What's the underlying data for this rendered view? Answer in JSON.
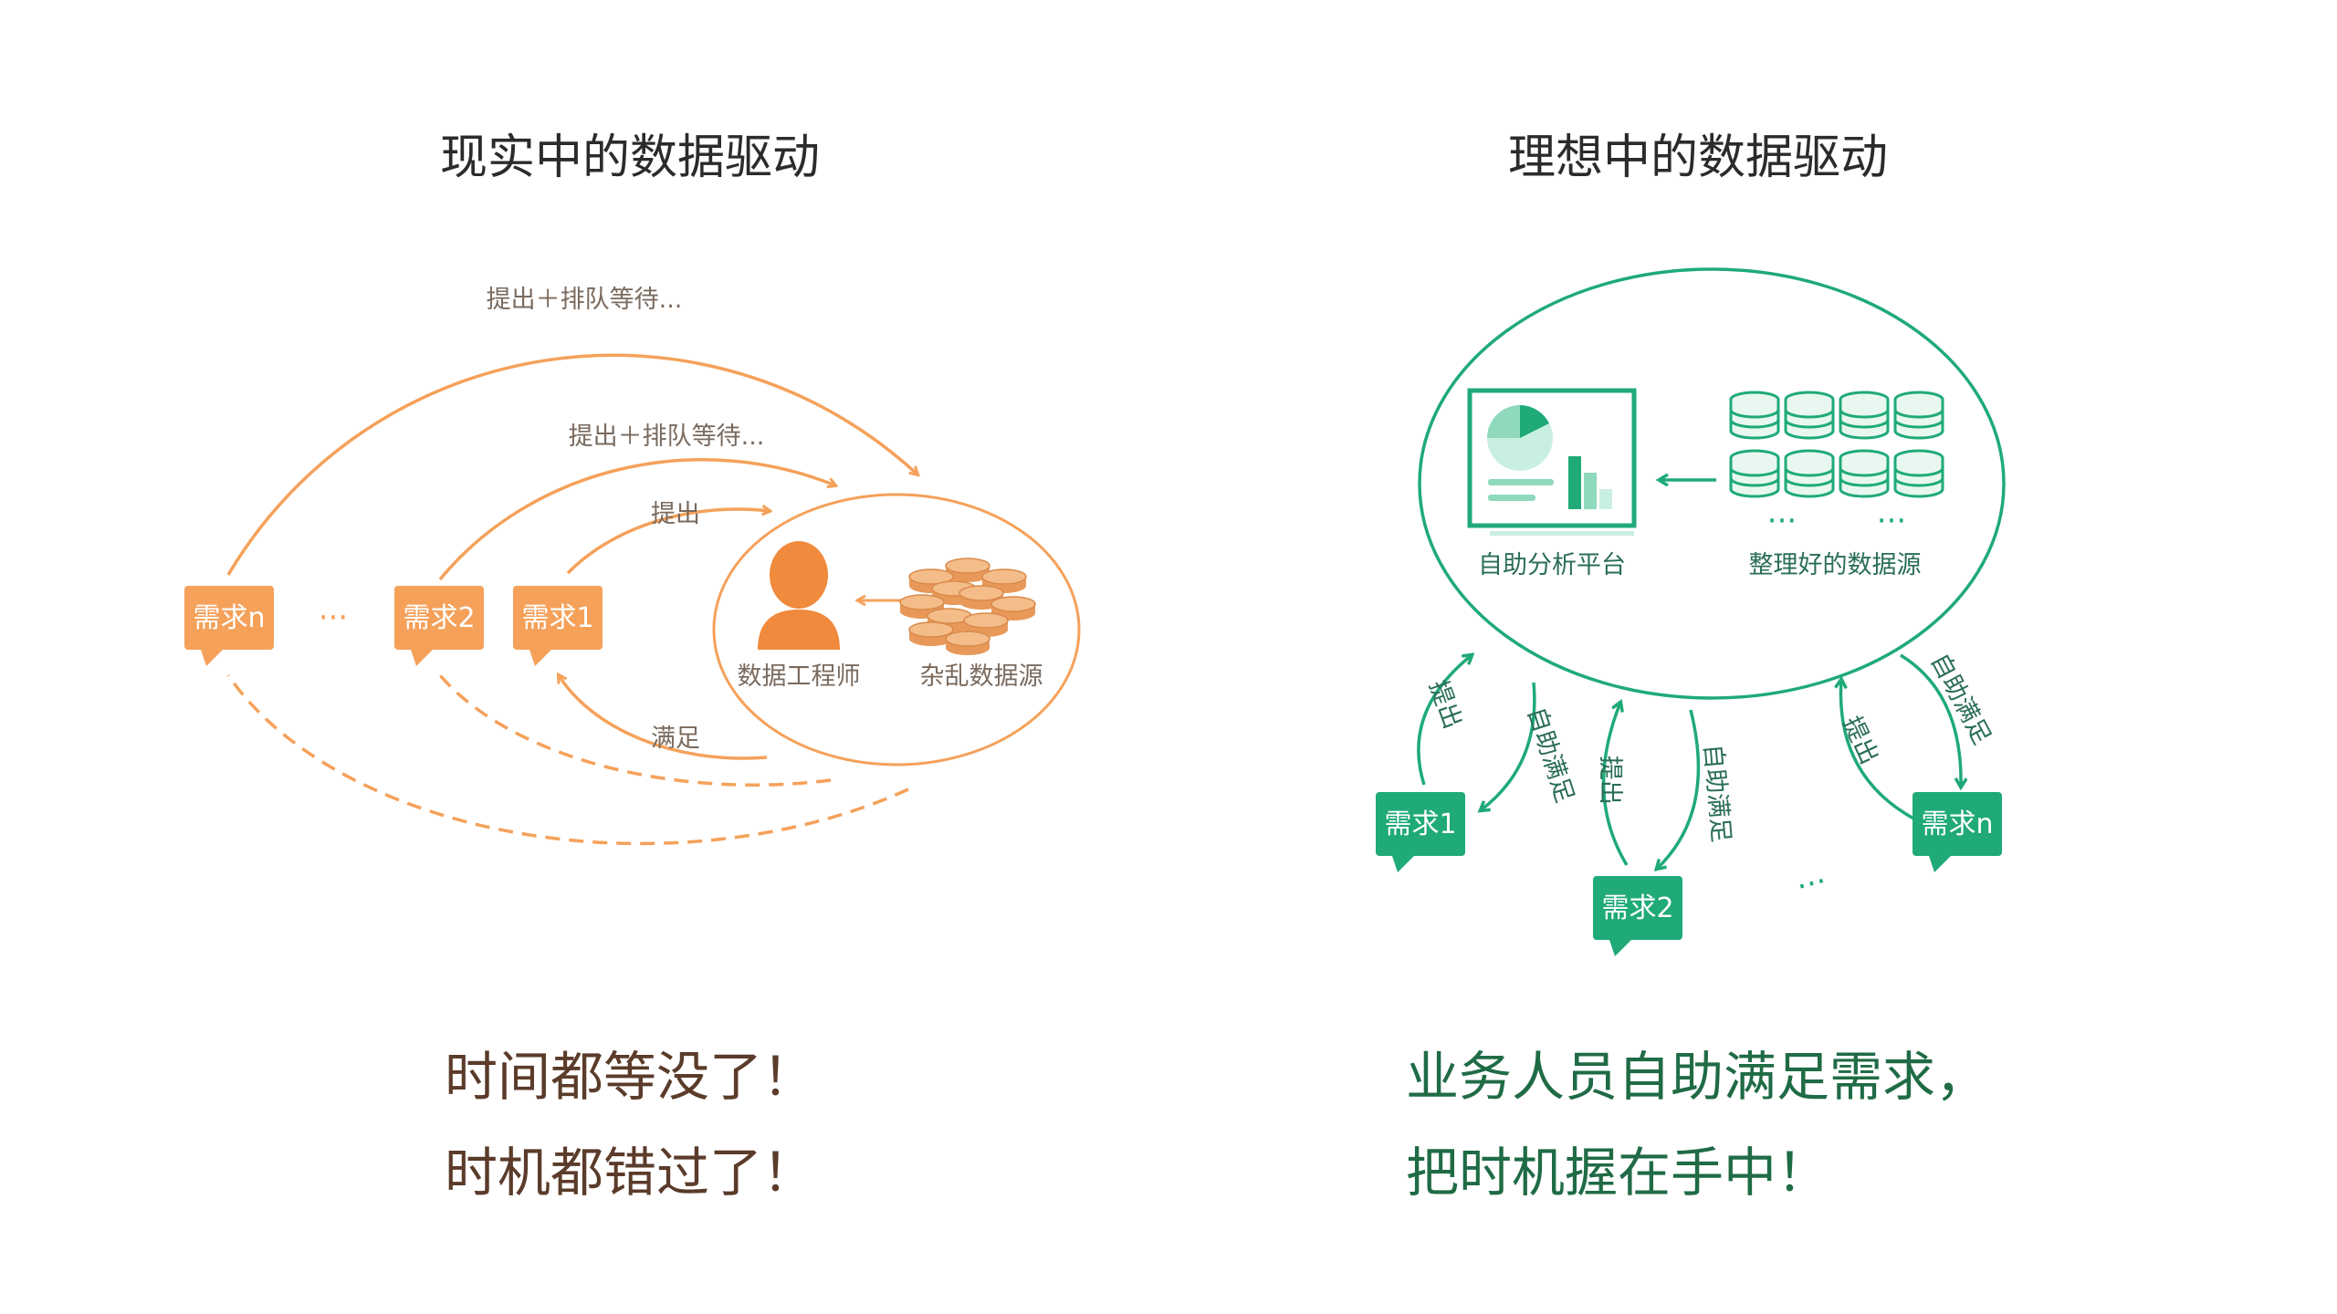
{
  "left": {
    "title": "现实中的数据驱动",
    "arc_labels": {
      "outer": "提出＋排队等待...",
      "middle": "提出＋排队等待...",
      "inner": "提出",
      "inner_return": "满足"
    },
    "bubbles": [
      "需求n",
      "需求2",
      "需求1"
    ],
    "ellipsis": "···",
    "engineer_label": "数据工程师",
    "source_label": "杂乱数据源",
    "caption_line1": "时间都等没了！",
    "caption_line2": "时机都错过了！"
  },
  "right": {
    "title": "理想中的数据驱动",
    "platform_label": "自助分析平台",
    "sources_label": "整理好的数据源",
    "sources_dots": "···",
    "bubbles": [
      "需求1",
      "需求2",
      "需求n"
    ],
    "bubbles_ellipsis": "···",
    "arrow_labels": {
      "b1_up": "提出",
      "b1_down": "自助满足",
      "b2_up": "提出",
      "b2_down": "自助满足",
      "bn_up": "提出",
      "bn_down": "自助满足"
    },
    "caption_line1": "业务人员自助满足需求，",
    "caption_line2": "把时机握在手中！"
  },
  "colors": {
    "orange": "#f5a15a",
    "orange_dark": "#f08a3c",
    "coin": "#f2b27a",
    "coin_stroke": "#d98a4a",
    "green": "#1faa78",
    "green_light": "#8fd9bd",
    "green_pale": "#c9efe0"
  }
}
